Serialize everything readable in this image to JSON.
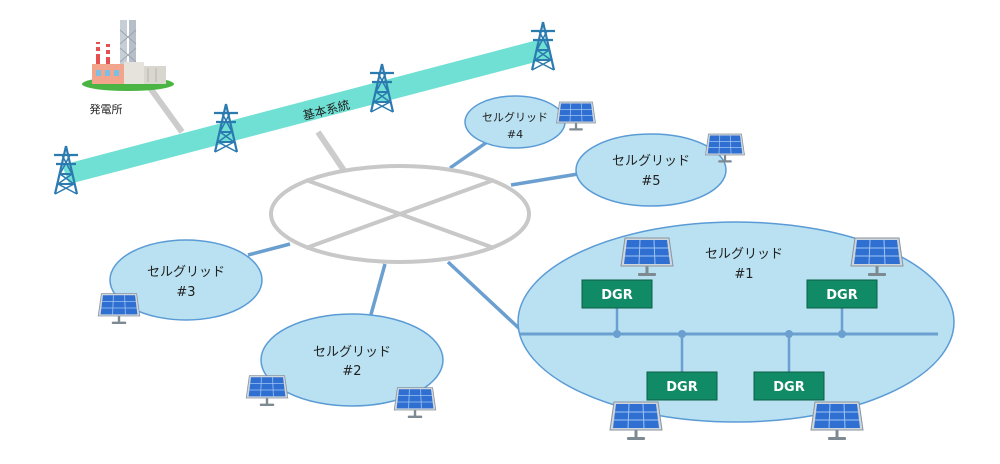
{
  "colors": {
    "cell_fill": "#b9e1f1",
    "cell_stroke": "#5b9bd5",
    "link": "#6b9fd0",
    "grid_band": "#6fe0d3",
    "tower": "#2b7ab0",
    "dgr_fill": "#118a66",
    "hub_stroke": "#c8c8c8"
  },
  "labels": {
    "plant": "発電所",
    "grid": "基本系統",
    "dgr": "DGR"
  },
  "cells": {
    "c1": {
      "name": "セルグリッド",
      "num": "#1"
    },
    "c2": {
      "name": "セルグリッド",
      "num": "#2"
    },
    "c3": {
      "name": "セルグリッド",
      "num": "#3"
    },
    "c4": {
      "name": "セルグリッド",
      "num": "#4"
    },
    "c5": {
      "name": "セルグリッド",
      "num": "#5"
    }
  },
  "icons": {
    "solar": "solar-panel-icon",
    "tower": "transmission-tower-icon",
    "plant": "power-plant-icon"
  }
}
